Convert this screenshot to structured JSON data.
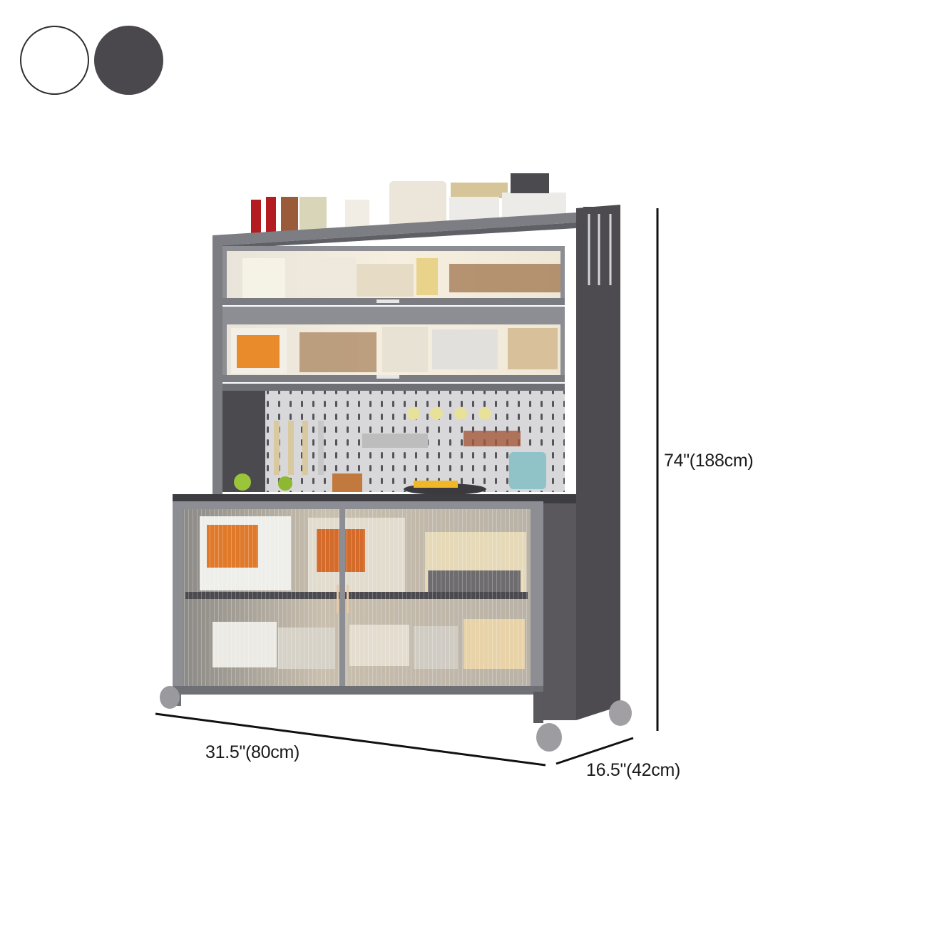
{
  "color_options": [
    {
      "name": "White",
      "hex": "#ffffff",
      "border": "#2e2d31"
    },
    {
      "name": "Dark Gray",
      "hex": "#4a474d"
    }
  ],
  "product": {
    "type": "kitchen hutch / rolling storage cabinet",
    "frame_color": "#8d8e94",
    "side_panel_color": "#4d4b50",
    "sections": [
      "top open shelf",
      "upper flip-up glass cabinet",
      "middle flip-up glass cabinet",
      "pegboard with hooks and spice racks",
      "countertop",
      "lower sliding fluted-glass cabinet with two shelves"
    ],
    "casters": 4
  },
  "dimensions": {
    "height": "74\"(188cm)",
    "width": "31.5\"(80cm)",
    "depth": "16.5\"(42cm)"
  }
}
